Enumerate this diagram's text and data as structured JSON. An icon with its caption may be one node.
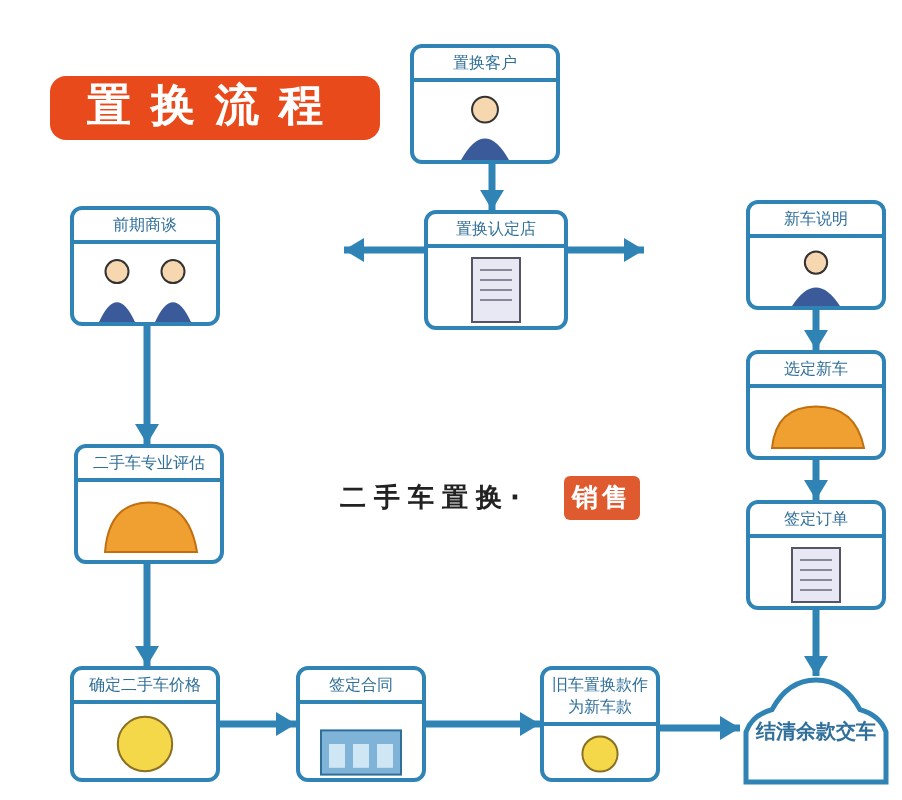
{
  "diagram": {
    "title": "置换流程",
    "nodes": [
      {
        "text": [
          "置换客户"
        ]
      },
      {
        "text": [
          "置换认定店"
        ]
      },
      {
        "text": [
          "前期商谈"
        ]
      },
      {
        "text": [
          "新车说明"
        ]
      },
      {
        "text": [
          "二手车专业评估"
        ]
      },
      {
        "text": [
          "选定新车"
        ]
      },
      {
        "text": [
          "签定订单"
        ]
      },
      {
        "text": [
          "确定二手车价格"
        ]
      },
      {
        "text": [
          "签定合同"
        ]
      },
      {
        "text": [
          "旧车置换款作为新车款"
        ]
      },
      {
        "text": [
          "结清余款交车"
        ]
      }
    ],
    "edges": [
      {
        "from": 0,
        "to": 1,
        "arrow": "to"
      },
      {
        "from": 1,
        "to": null,
        "arrow": "to"
      },
      {
        "from": 1,
        "to": null,
        "arrow": "to"
      },
      {
        "from": 2,
        "to": 4,
        "arrow": "to"
      },
      {
        "from": 4,
        "to": 7,
        "arrow": "to"
      },
      {
        "from": 7,
        "to": 8,
        "arrow": "to"
      },
      {
        "from": 8,
        "to": 9,
        "arrow": "to"
      },
      {
        "from": 9,
        "to": 10,
        "arrow": "to"
      },
      {
        "from": 3,
        "to": 5,
        "arrow": "to"
      },
      {
        "from": 5,
        "to": 6,
        "arrow": "to"
      },
      {
        "from": 6,
        "to": 10,
        "arrow": "to"
      }
    ],
    "labels": [
      "二手车置换·",
      "销售"
    ]
  }
}
